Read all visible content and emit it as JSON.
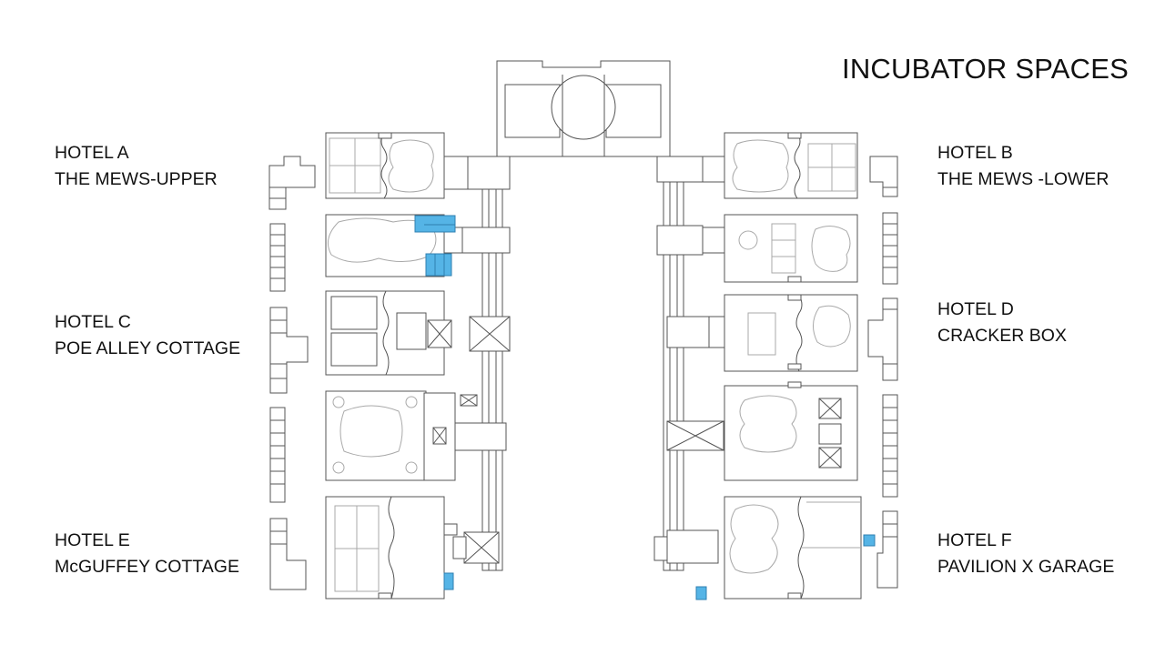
{
  "title": "INCUBATOR SPACES",
  "hotels": {
    "a": {
      "line1": "HOTEL A",
      "line2": "THE MEWS-UPPER"
    },
    "b": {
      "line1": "HOTEL B",
      "line2": "THE MEWS -LOWER"
    },
    "c": {
      "line1": "HOTEL C",
      "line2": "POE ALLEY COTTAGE"
    },
    "d": {
      "line1": "HOTEL D",
      "line2": "CRACKER BOX"
    },
    "e": {
      "line1": "HOTEL E",
      "line2": "McGUFFEY COTTAGE"
    },
    "f": {
      "line1": "HOTEL F",
      "line2": "PAVILION X GARAGE"
    }
  },
  "colors": {
    "highlight": "#55b4e6",
    "outline": "#555555",
    "garden_line": "#a9a9a9"
  }
}
